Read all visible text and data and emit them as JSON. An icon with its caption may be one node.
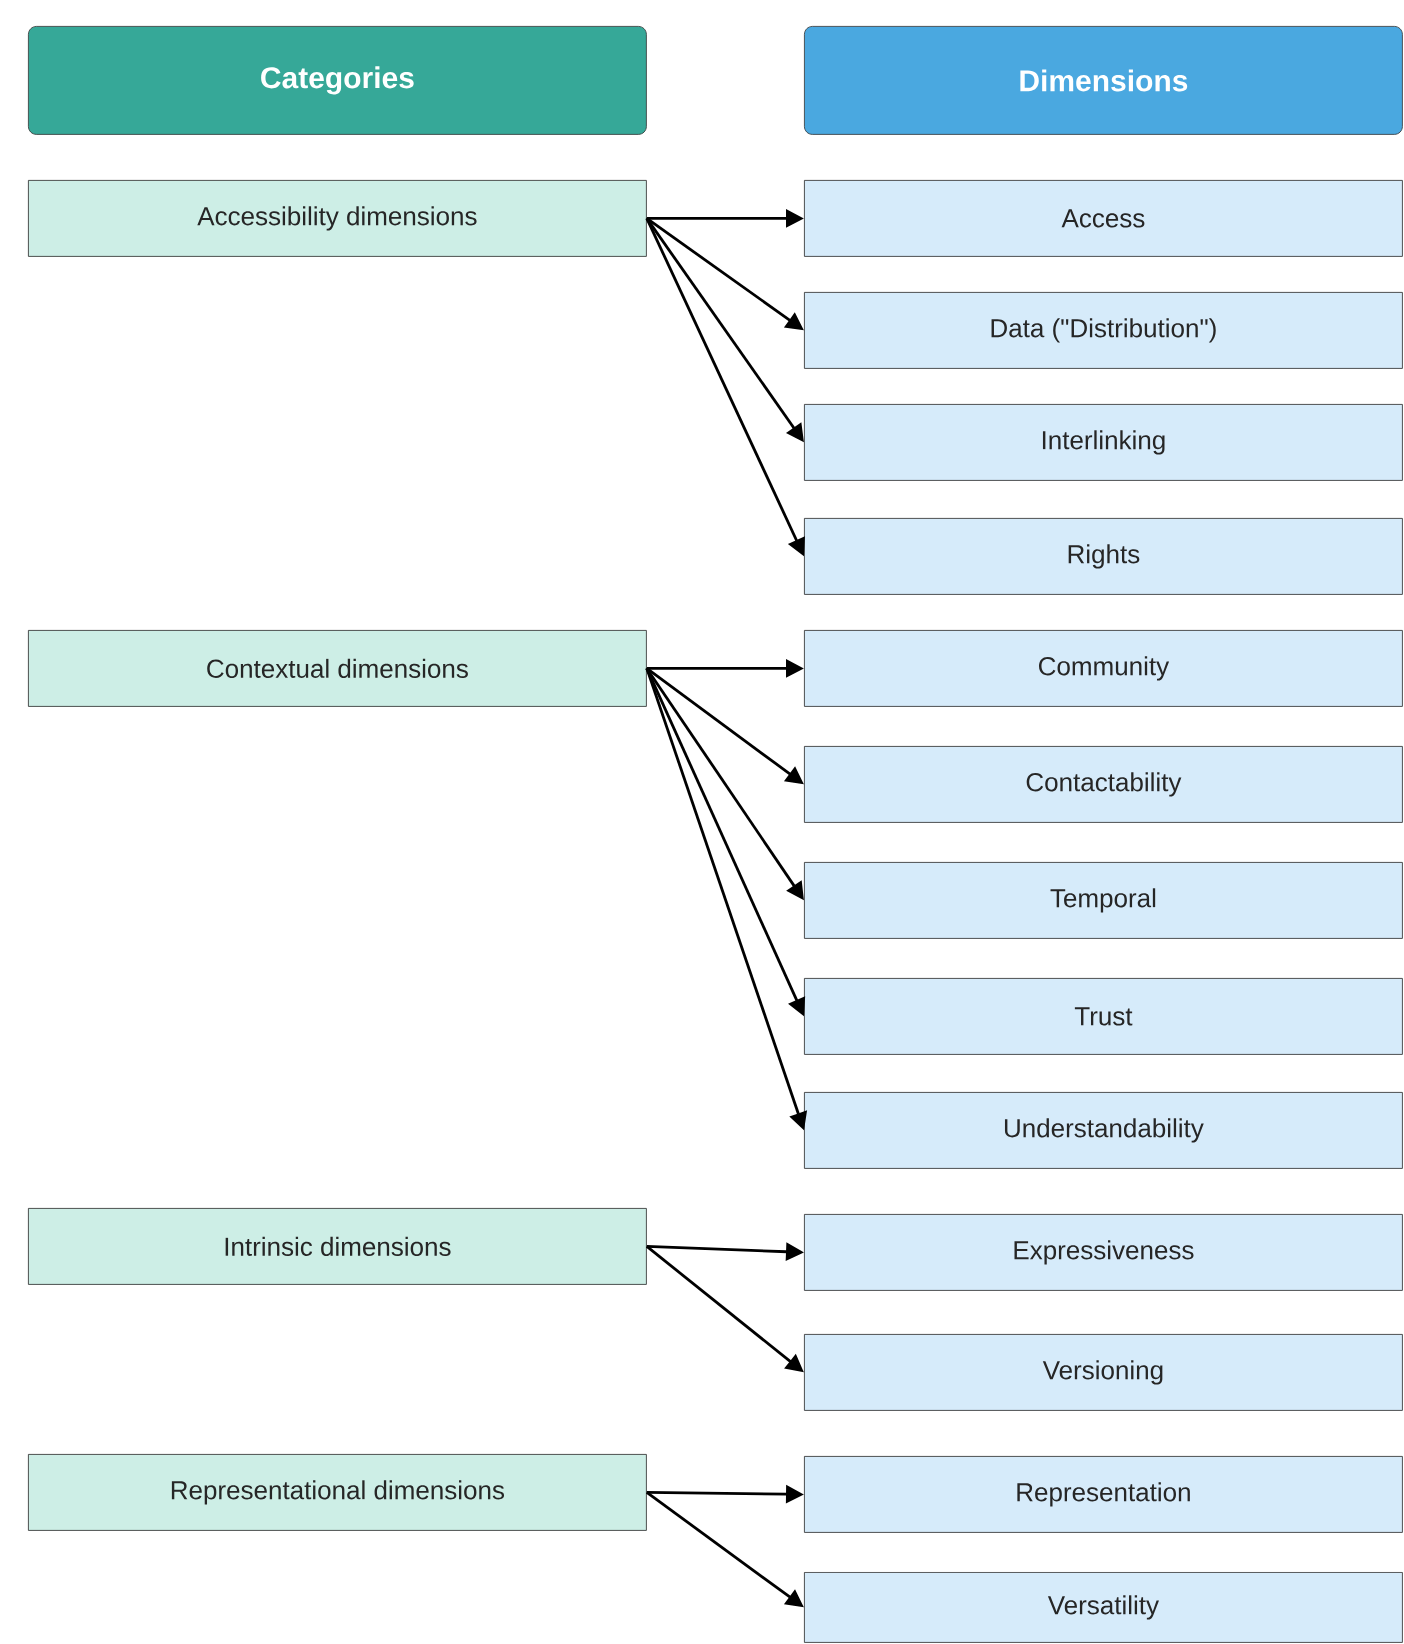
{
  "diagram": {
    "nodes": [
      {
        "text": [
          "Categories"
        ]
      },
      {
        "text": [
          "Dimensions"
        ]
      },
      {
        "text": [
          "Accessibility dimensions"
        ]
      },
      {
        "text": [
          "Access"
        ]
      },
      {
        "text": [
          "Data (\"Distribution\")"
        ]
      },
      {
        "text": [
          "Interlinking"
        ]
      },
      {
        "text": [
          "Rights"
        ]
      },
      {
        "text": [
          "Contextual dimensions"
        ]
      },
      {
        "text": [
          "Community"
        ]
      },
      {
        "text": [
          "Contactability"
        ]
      },
      {
        "text": [
          "Temporal"
        ]
      },
      {
        "text": [
          "Trust"
        ]
      },
      {
        "text": [
          "Understandability"
        ]
      },
      {
        "text": [
          "Intrinsic dimensions"
        ]
      },
      {
        "text": [
          "Expressiveness"
        ]
      },
      {
        "text": [
          "Versioning"
        ]
      },
      {
        "text": [
          "Representational dimensions"
        ]
      },
      {
        "text": [
          "Representation"
        ]
      },
      {
        "text": [
          "Versatility"
        ]
      }
    ],
    "edges": [
      {
        "from": 2,
        "to": 3,
        "arrow": "to"
      },
      {
        "from": 2,
        "to": 4,
        "arrow": "to"
      },
      {
        "from": 2,
        "to": 5,
        "arrow": "to"
      },
      {
        "from": 2,
        "to": 6,
        "arrow": "to"
      },
      {
        "from": 7,
        "to": 8,
        "arrow": "to"
      },
      {
        "from": 7,
        "to": 9,
        "arrow": "to"
      },
      {
        "from": 7,
        "to": 10,
        "arrow": "to"
      },
      {
        "from": 7,
        "to": 11,
        "arrow": "to"
      },
      {
        "from": 7,
        "to": 12,
        "arrow": "to"
      },
      {
        "from": 13,
        "to": 14,
        "arrow": "to"
      },
      {
        "from": 13,
        "to": 15,
        "arrow": "to"
      },
      {
        "from": 16,
        "to": 17,
        "arrow": "to"
      },
      {
        "from": 16,
        "to": 18,
        "arrow": "to"
      }
    ]
  }
}
